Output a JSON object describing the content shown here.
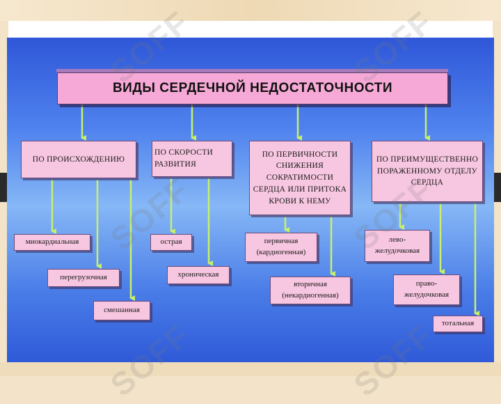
{
  "title": "ВИДЫ  СЕРДЕЧНОЙ  НЕДОСТАТОЧНОСТИ",
  "categories": [
    {
      "label": "ПО ПРОИСХОЖДЕНИЮ",
      "items": [
        "миокардиальная",
        "перегрузочная",
        "смешанная"
      ]
    },
    {
      "label": "ПО  СКОРОСТИ  РАЗВИТИЯ",
      "items": [
        "острая",
        "хроническая"
      ]
    },
    {
      "label": "ПО ПЕРВИЧНОСТИ СНИЖЕНИЯ СОКРАТИМОСТИ СЕРДЦА  ИЛИ ПРИТОКА КРОВИ К  НЕМУ",
      "items": [
        "первичная (кардиогенная)",
        "вторичная (некардиогенная)"
      ]
    },
    {
      "label": "ПО ПРЕИМУЩЕСТВЕННО ПОРАЖЕННОМУ ОТДЕЛУ СЕРДЦА",
      "items": [
        "лево-желудочковая",
        "право-желудочковая",
        "тотальная"
      ]
    }
  ],
  "watermark": "SOFF",
  "colors": {
    "panel": "#4f82ee",
    "box": "#f7c6e0",
    "title": "#f6a9d6",
    "arrow": "#c9f06a"
  }
}
